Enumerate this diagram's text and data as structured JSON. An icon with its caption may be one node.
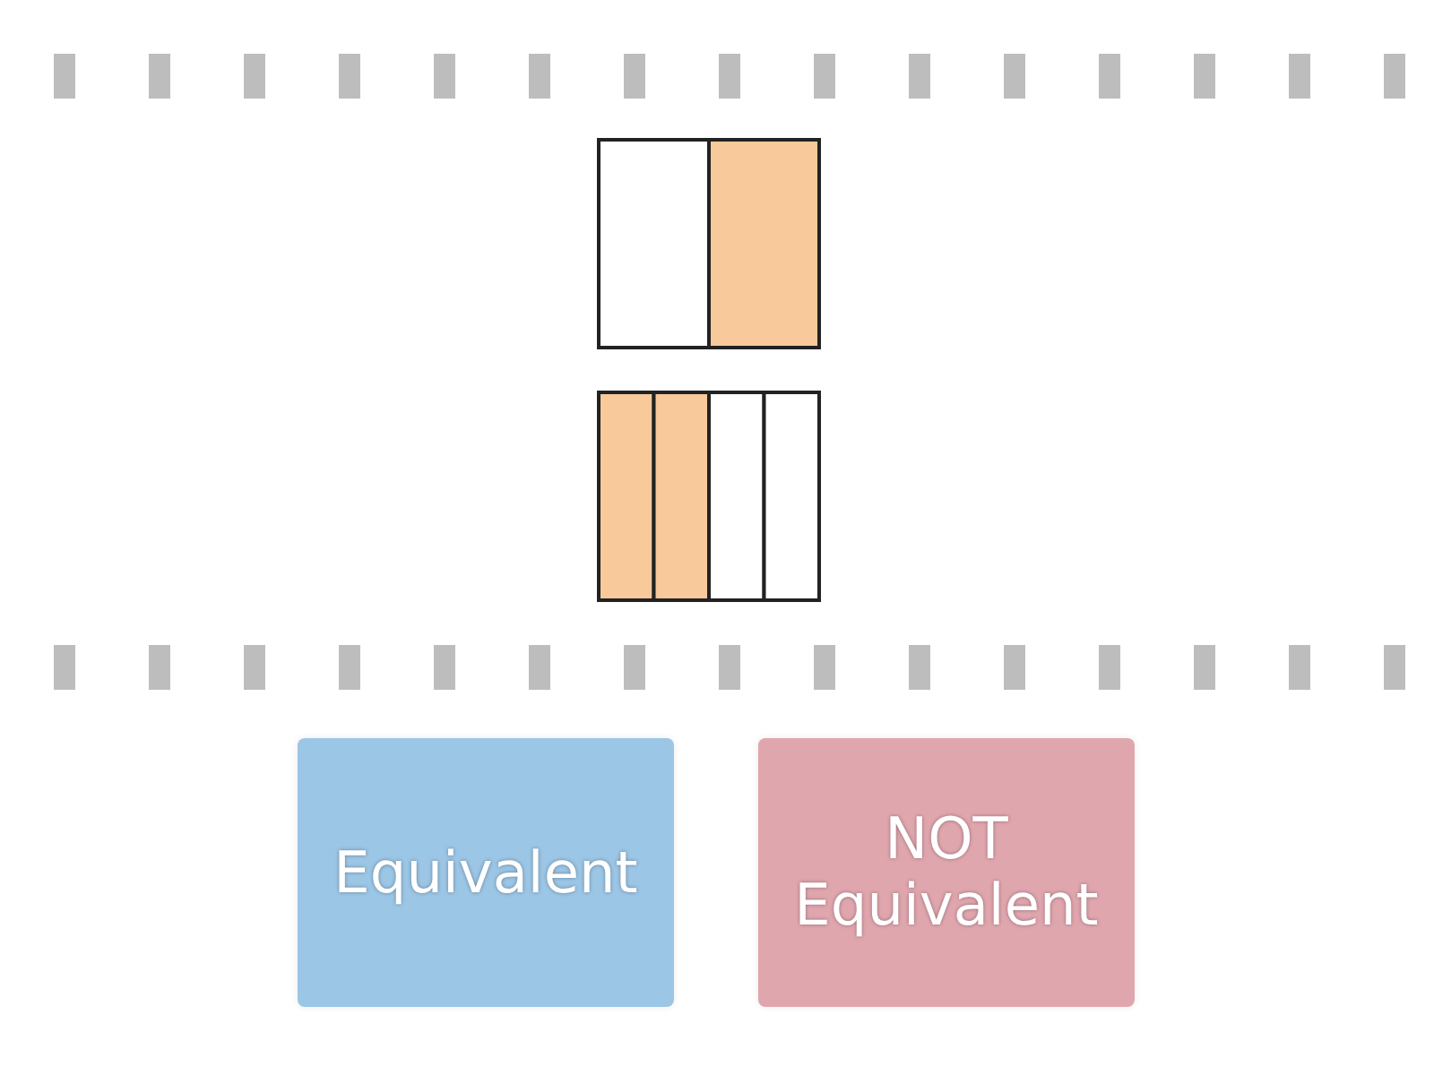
{
  "diagram": {
    "nodes": [
      {
        "text": [],
        "shape": "bar"
      },
      {
        "text": [],
        "shape": "bar"
      },
      {
        "text": [
          "Equivalent"
        ]
      },
      {
        "text": [
          "NOT Equivalent"
        ]
      }
    ]
  }
}
